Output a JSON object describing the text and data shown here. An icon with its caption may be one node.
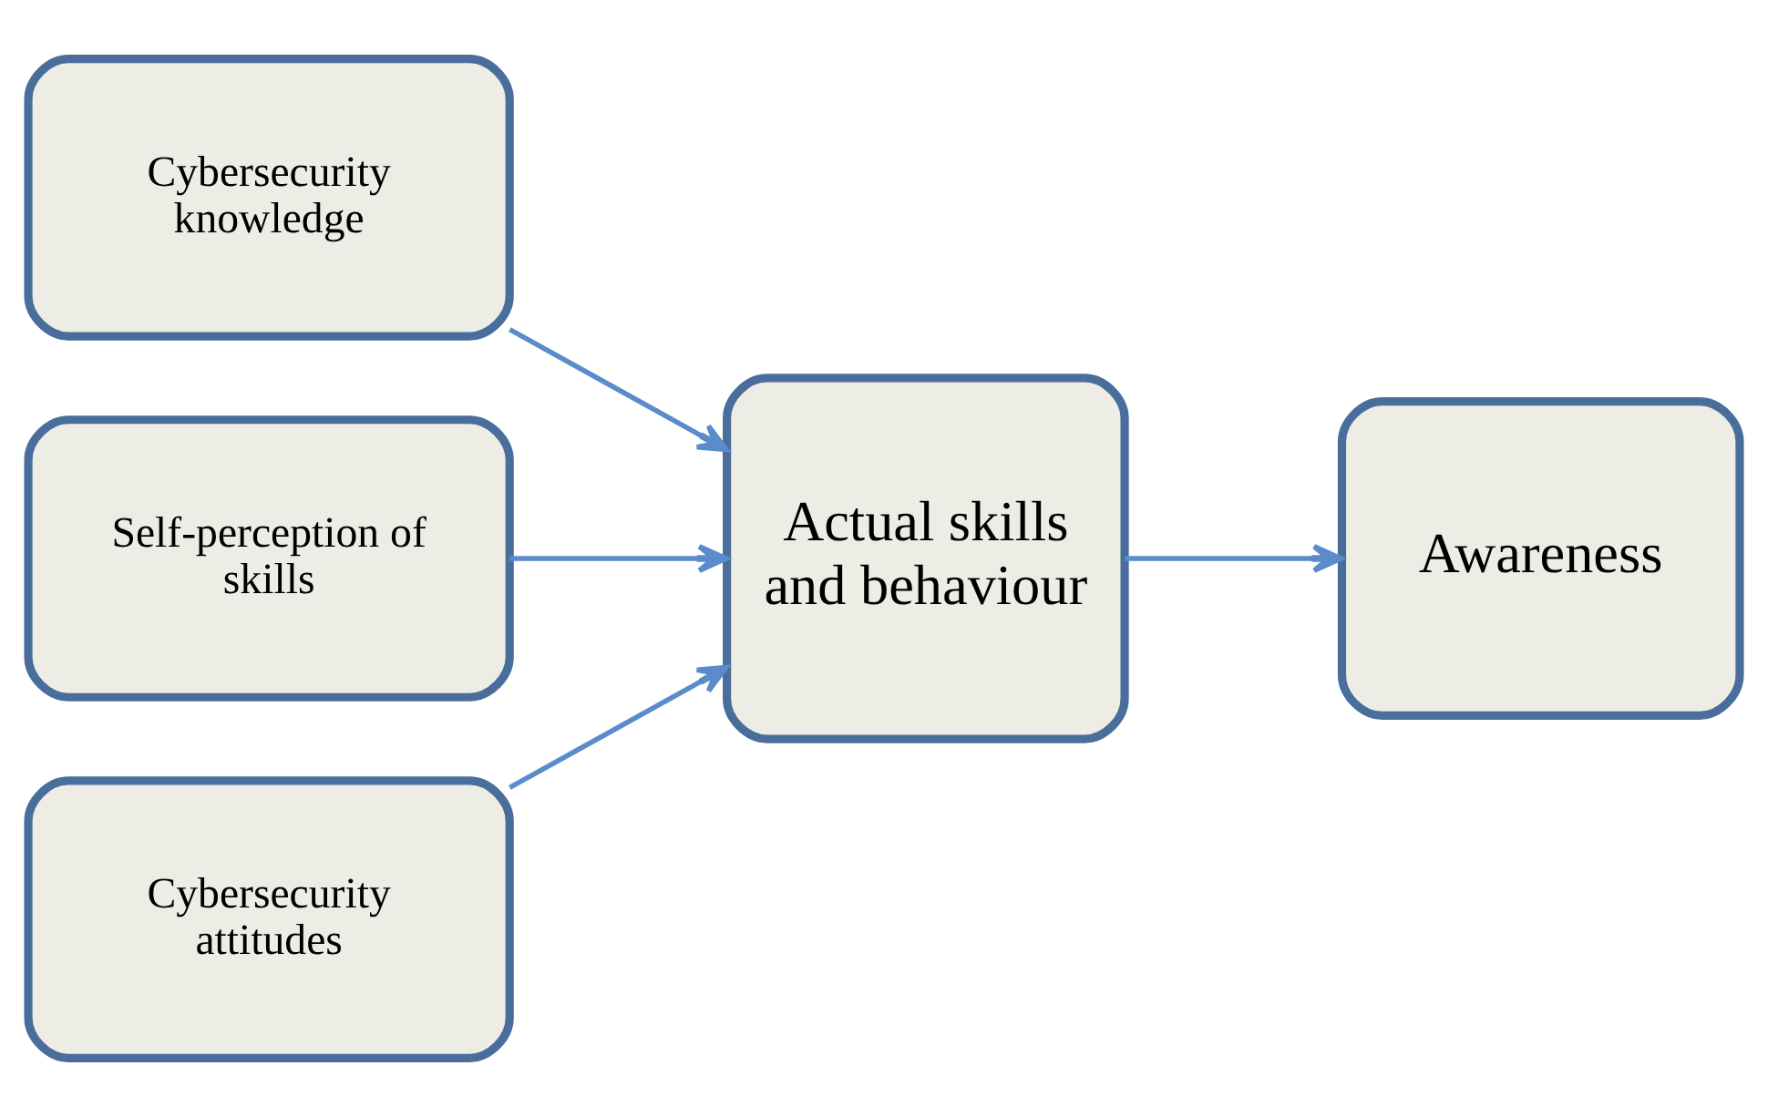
{
  "diagram": {
    "nodes": [
      {
        "text": [
          "Cybersecurity knowledge"
        ]
      },
      {
        "text": [
          "Self-perception of skills"
        ]
      },
      {
        "text": [
          "Cybersecurity attitudes"
        ]
      },
      {
        "text": [
          "Actual skills and behaviour"
        ]
      },
      {
        "text": [
          "Awareness"
        ]
      }
    ],
    "edges": [
      {
        "from": 0,
        "to": 3,
        "arrow": "to"
      },
      {
        "from": 1,
        "to": 3,
        "arrow": "to"
      },
      {
        "from": 2,
        "to": 3,
        "arrow": "to"
      },
      {
        "from": 3,
        "to": 4,
        "arrow": "to"
      }
    ]
  }
}
